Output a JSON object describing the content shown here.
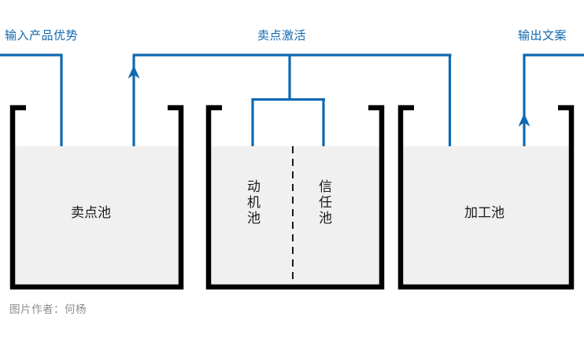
{
  "diagram": {
    "title_credit": "图片作者：何杨",
    "colors": {
      "arrow": "#1169b0",
      "tank_wall": "#000000",
      "tank_fill": "#f0f0f0",
      "label_text": "#1a1a1a",
      "credit_text": "#8c8c8c",
      "background": "#ffffff"
    },
    "flow_labels": [
      {
        "id": "input",
        "text": "输入产品优势"
      },
      {
        "id": "activate",
        "text": "卖点激活"
      },
      {
        "id": "output",
        "text": "输出文案"
      }
    ],
    "tanks": [
      {
        "id": "selling-point-pool",
        "label": "卖点池",
        "orientation": "horizontal"
      },
      {
        "id": "motivation-pool",
        "label": "动机池",
        "orientation": "vertical"
      },
      {
        "id": "trust-pool",
        "label": "信任池",
        "orientation": "vertical"
      },
      {
        "id": "processing-pool",
        "label": "加工池",
        "orientation": "horizontal"
      }
    ]
  }
}
